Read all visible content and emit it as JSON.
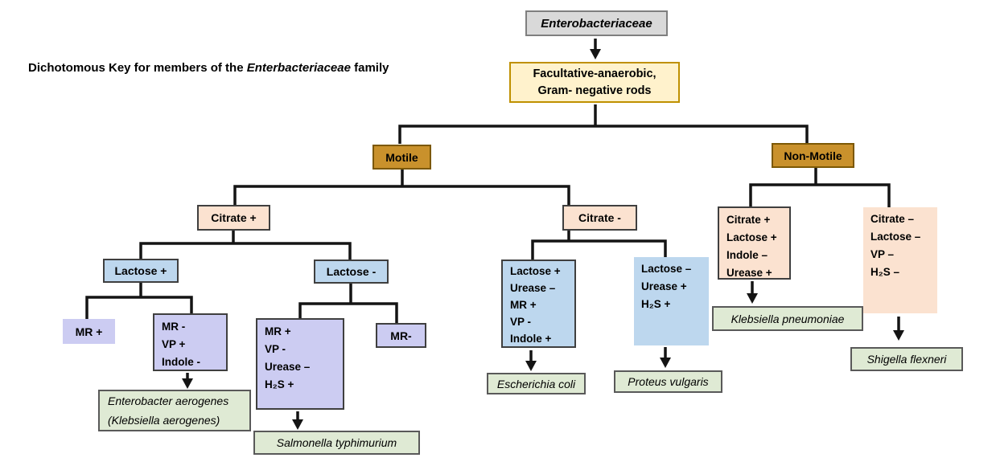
{
  "title": {
    "prefix": "Dichotomous Key for members of the ",
    "italic": "Enterbacteriaceae",
    "suffix": " family"
  },
  "nodes": {
    "family": "Enterobacteriaceae",
    "description": [
      "Facultative-anaerobic,",
      "Gram- negative rods"
    ],
    "motile": "Motile",
    "non_motile": "Non-Motile",
    "citrate_pos": "Citrate +",
    "citrate_neg": "Citrate -",
    "lactose_pos": "Lactose +",
    "lactose_neg": "Lactose -",
    "mr_pos": "MR +",
    "mr_neg": "MR-",
    "mr_vp_indole": [
      "MR -",
      "VP +",
      "Indole -"
    ],
    "mr_vp_urease_h2s": [
      "MR +",
      "VP -",
      "Urease –",
      "H₂S +"
    ],
    "lactose_urease_mr_vp_indole": [
      "Lactose +",
      "Urease –",
      "MR +",
      "VP -",
      "Indole +"
    ],
    "lactose_urease_h2s": [
      "Lactose –",
      "Urease +",
      "H₂S +"
    ],
    "citrate_lactose_indole_urease": [
      "Citrate +",
      "Lactose +",
      "Indole –",
      "Urease +"
    ],
    "citrate_lactose_vp_h2s": [
      "Citrate –",
      "Lactose –",
      "VP –",
      "H₂S –"
    ]
  },
  "species": {
    "enterobacter": [
      "Enterobacter aerogenes",
      "(Klebsiella aerogenes)"
    ],
    "salmonella": "Salmonella typhimurium",
    "ecoli": "Escherichia coli",
    "proteus": "Proteus vulgaris",
    "klebsiella": "Klebsiella pneumoniae",
    "shigella": "Shigella flexneri"
  },
  "colors": {
    "gray_fill": "#d9d9d9",
    "gray_border": "#7f7f7f",
    "cream_fill": "#fff2cc",
    "cream_border": "#bf9000",
    "gold_fill": "#c9912c",
    "gold_border": "#7c5804",
    "peach_fill": "#fbe2d0",
    "blue_fill": "#bdd7ee",
    "lavender_fill": "#ccccf2",
    "green_fill": "#dfead4",
    "green_border": "#595959",
    "node_border": "#3f3f3f",
    "line": "#141414"
  }
}
